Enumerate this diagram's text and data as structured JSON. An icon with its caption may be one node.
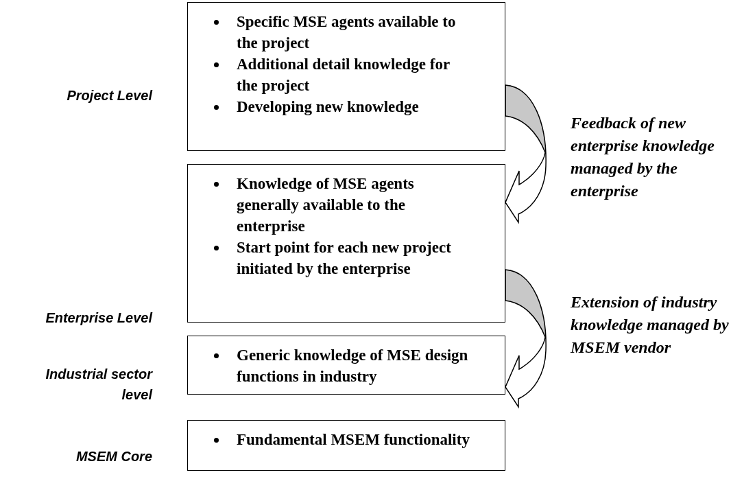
{
  "diagram": {
    "nodes": [
      {
        "text": [
          "Specific MSE agents available to the project",
          "Additional detail knowledge for the project",
          "Developing new knowledge"
        ]
      },
      {
        "text": [
          "Knowledge of MSE agents generally available to the enterprise",
          "Start point for each new project initiated by the enterprise"
        ]
      },
      {
        "text": [
          "Generic knowledge of MSE design functions in industry"
        ]
      },
      {
        "text": [
          "Fundamental MSEM functionality"
        ]
      }
    ],
    "edges": [
      {
        "from": 0,
        "to": 1,
        "arrow": "to",
        "label": "Feedback of new enterprise knowledge managed by the enterprise"
      },
      {
        "from": 1,
        "to": 2,
        "arrow": "to",
        "label": "Extension of industry knowledge managed by MSEM vendor"
      }
    ],
    "labels": [
      "Project Level",
      "Enterprise Level",
      "Industrial sector level",
      "MSEM Core"
    ]
  }
}
